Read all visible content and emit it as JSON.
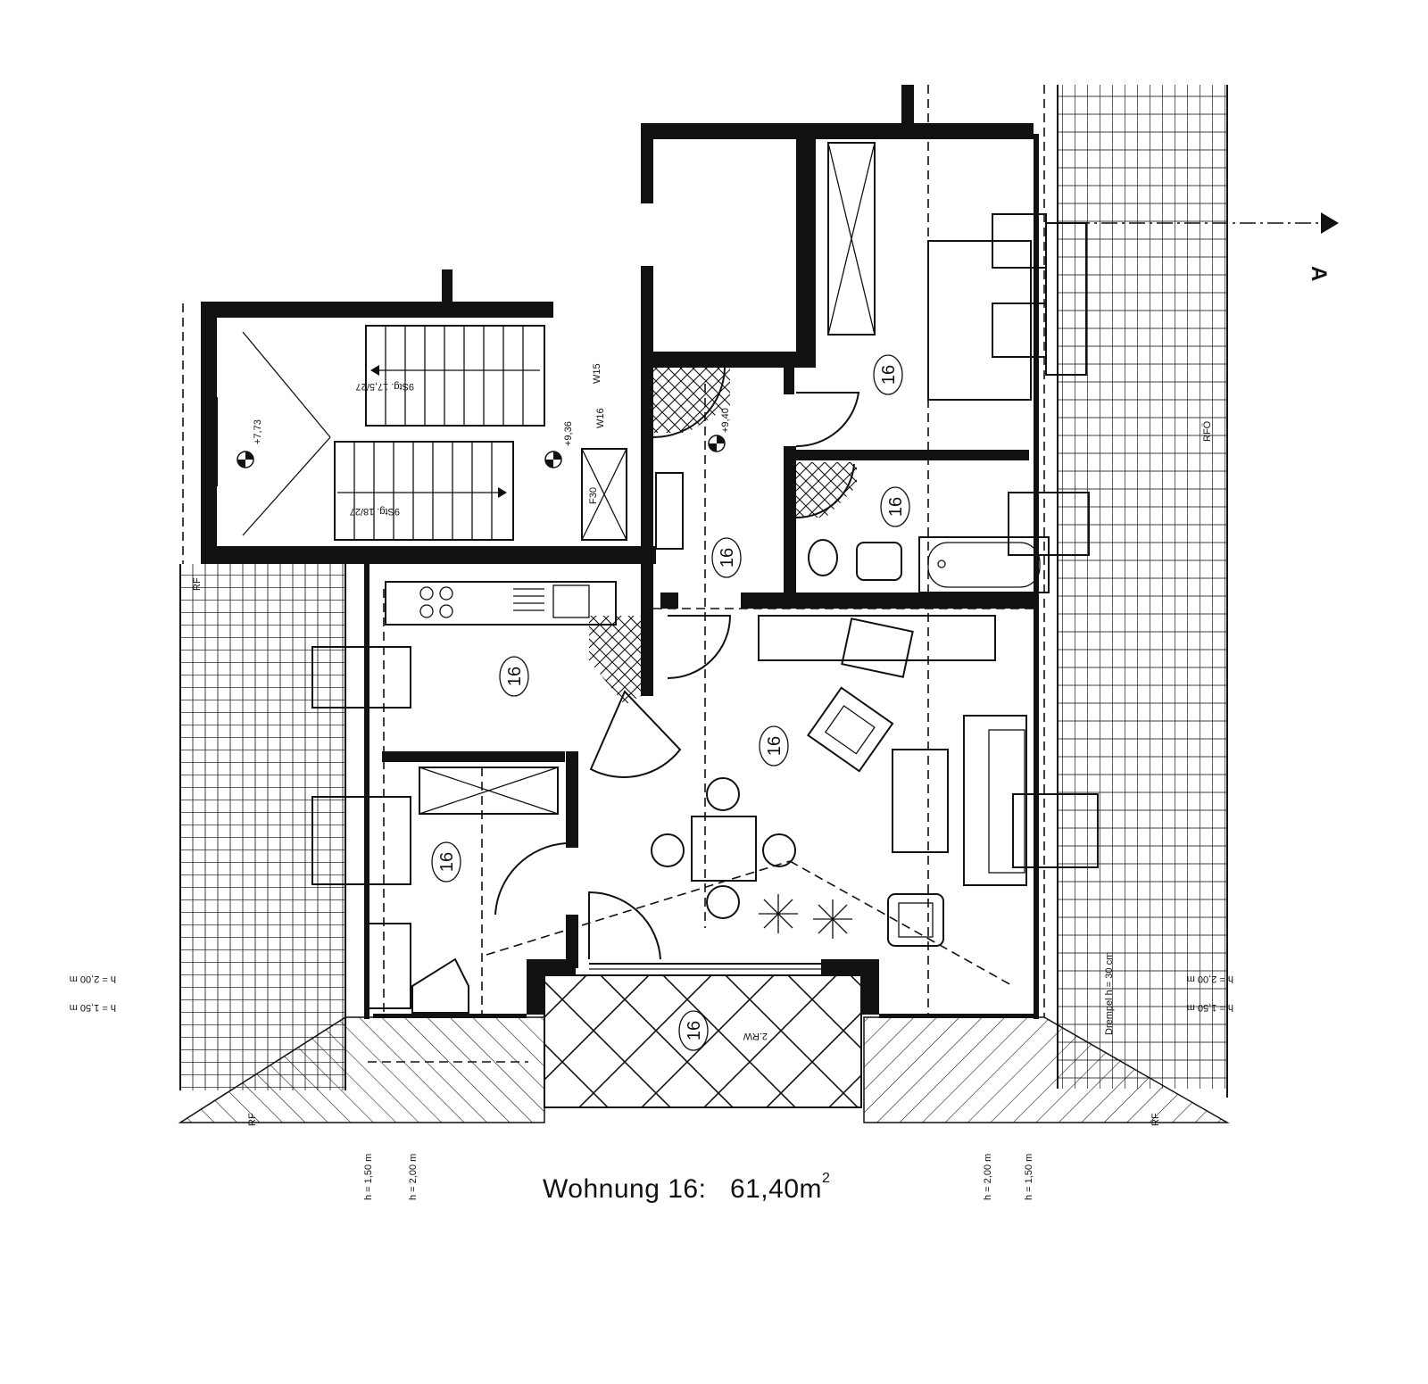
{
  "plan": {
    "caption": {
      "unit_label": "Wohnung 16:",
      "area": "61,40m",
      "area_exponent": "2"
    },
    "section_marker": "A",
    "room_labels": [
      "16",
      "16",
      "16",
      "16",
      "16",
      "16",
      "16",
      "16"
    ],
    "levels": {
      "stair_left": "+7,73",
      "landing": "+9,36",
      "hall": "+9,40"
    },
    "window_tags": {
      "upper": "W15",
      "lower": "W16"
    },
    "stairs": {
      "upper_flight": "9Stg. 17,5/27",
      "lower_flight": "9Stg. 18/27"
    },
    "fire_door": "F30",
    "knee_wall": "Drempel h = 30 cm",
    "heights": {
      "h150": "h = 1,50 m",
      "h200": "h = 2,00 m"
    },
    "roof_marks": {
      "rf": "RF",
      "rf_top_right": "RFÖ"
    },
    "balcony_mark": "2.RW"
  }
}
